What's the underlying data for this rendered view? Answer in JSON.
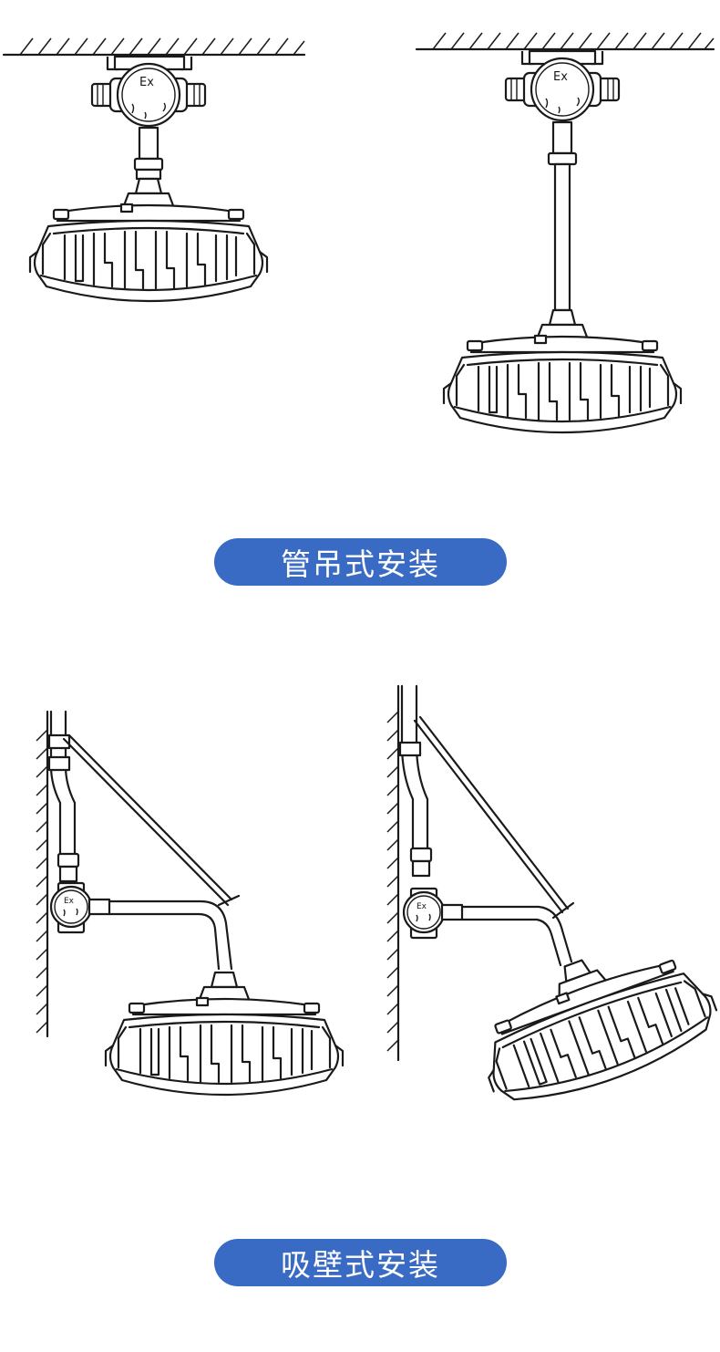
{
  "pendant_section": {
    "label": "管吊式安装",
    "fixture_left": {
      "box_marking": "Ex"
    },
    "fixture_right": {
      "box_marking": "Ex"
    }
  },
  "wall_section": {
    "label": "吸壁式安装",
    "fixture_left": {
      "box_marking": "Ex"
    },
    "fixture_right": {
      "box_marking": "Ex"
    }
  },
  "colors": {
    "pill": "#3a6bc4",
    "line": "#1a1a1a",
    "background": "#ffffff"
  },
  "icons": [
    "ceiling-hatch",
    "wall-hatch",
    "junction-box",
    "conduit-pipe",
    "lamp-heatsink",
    "support-rod"
  ]
}
